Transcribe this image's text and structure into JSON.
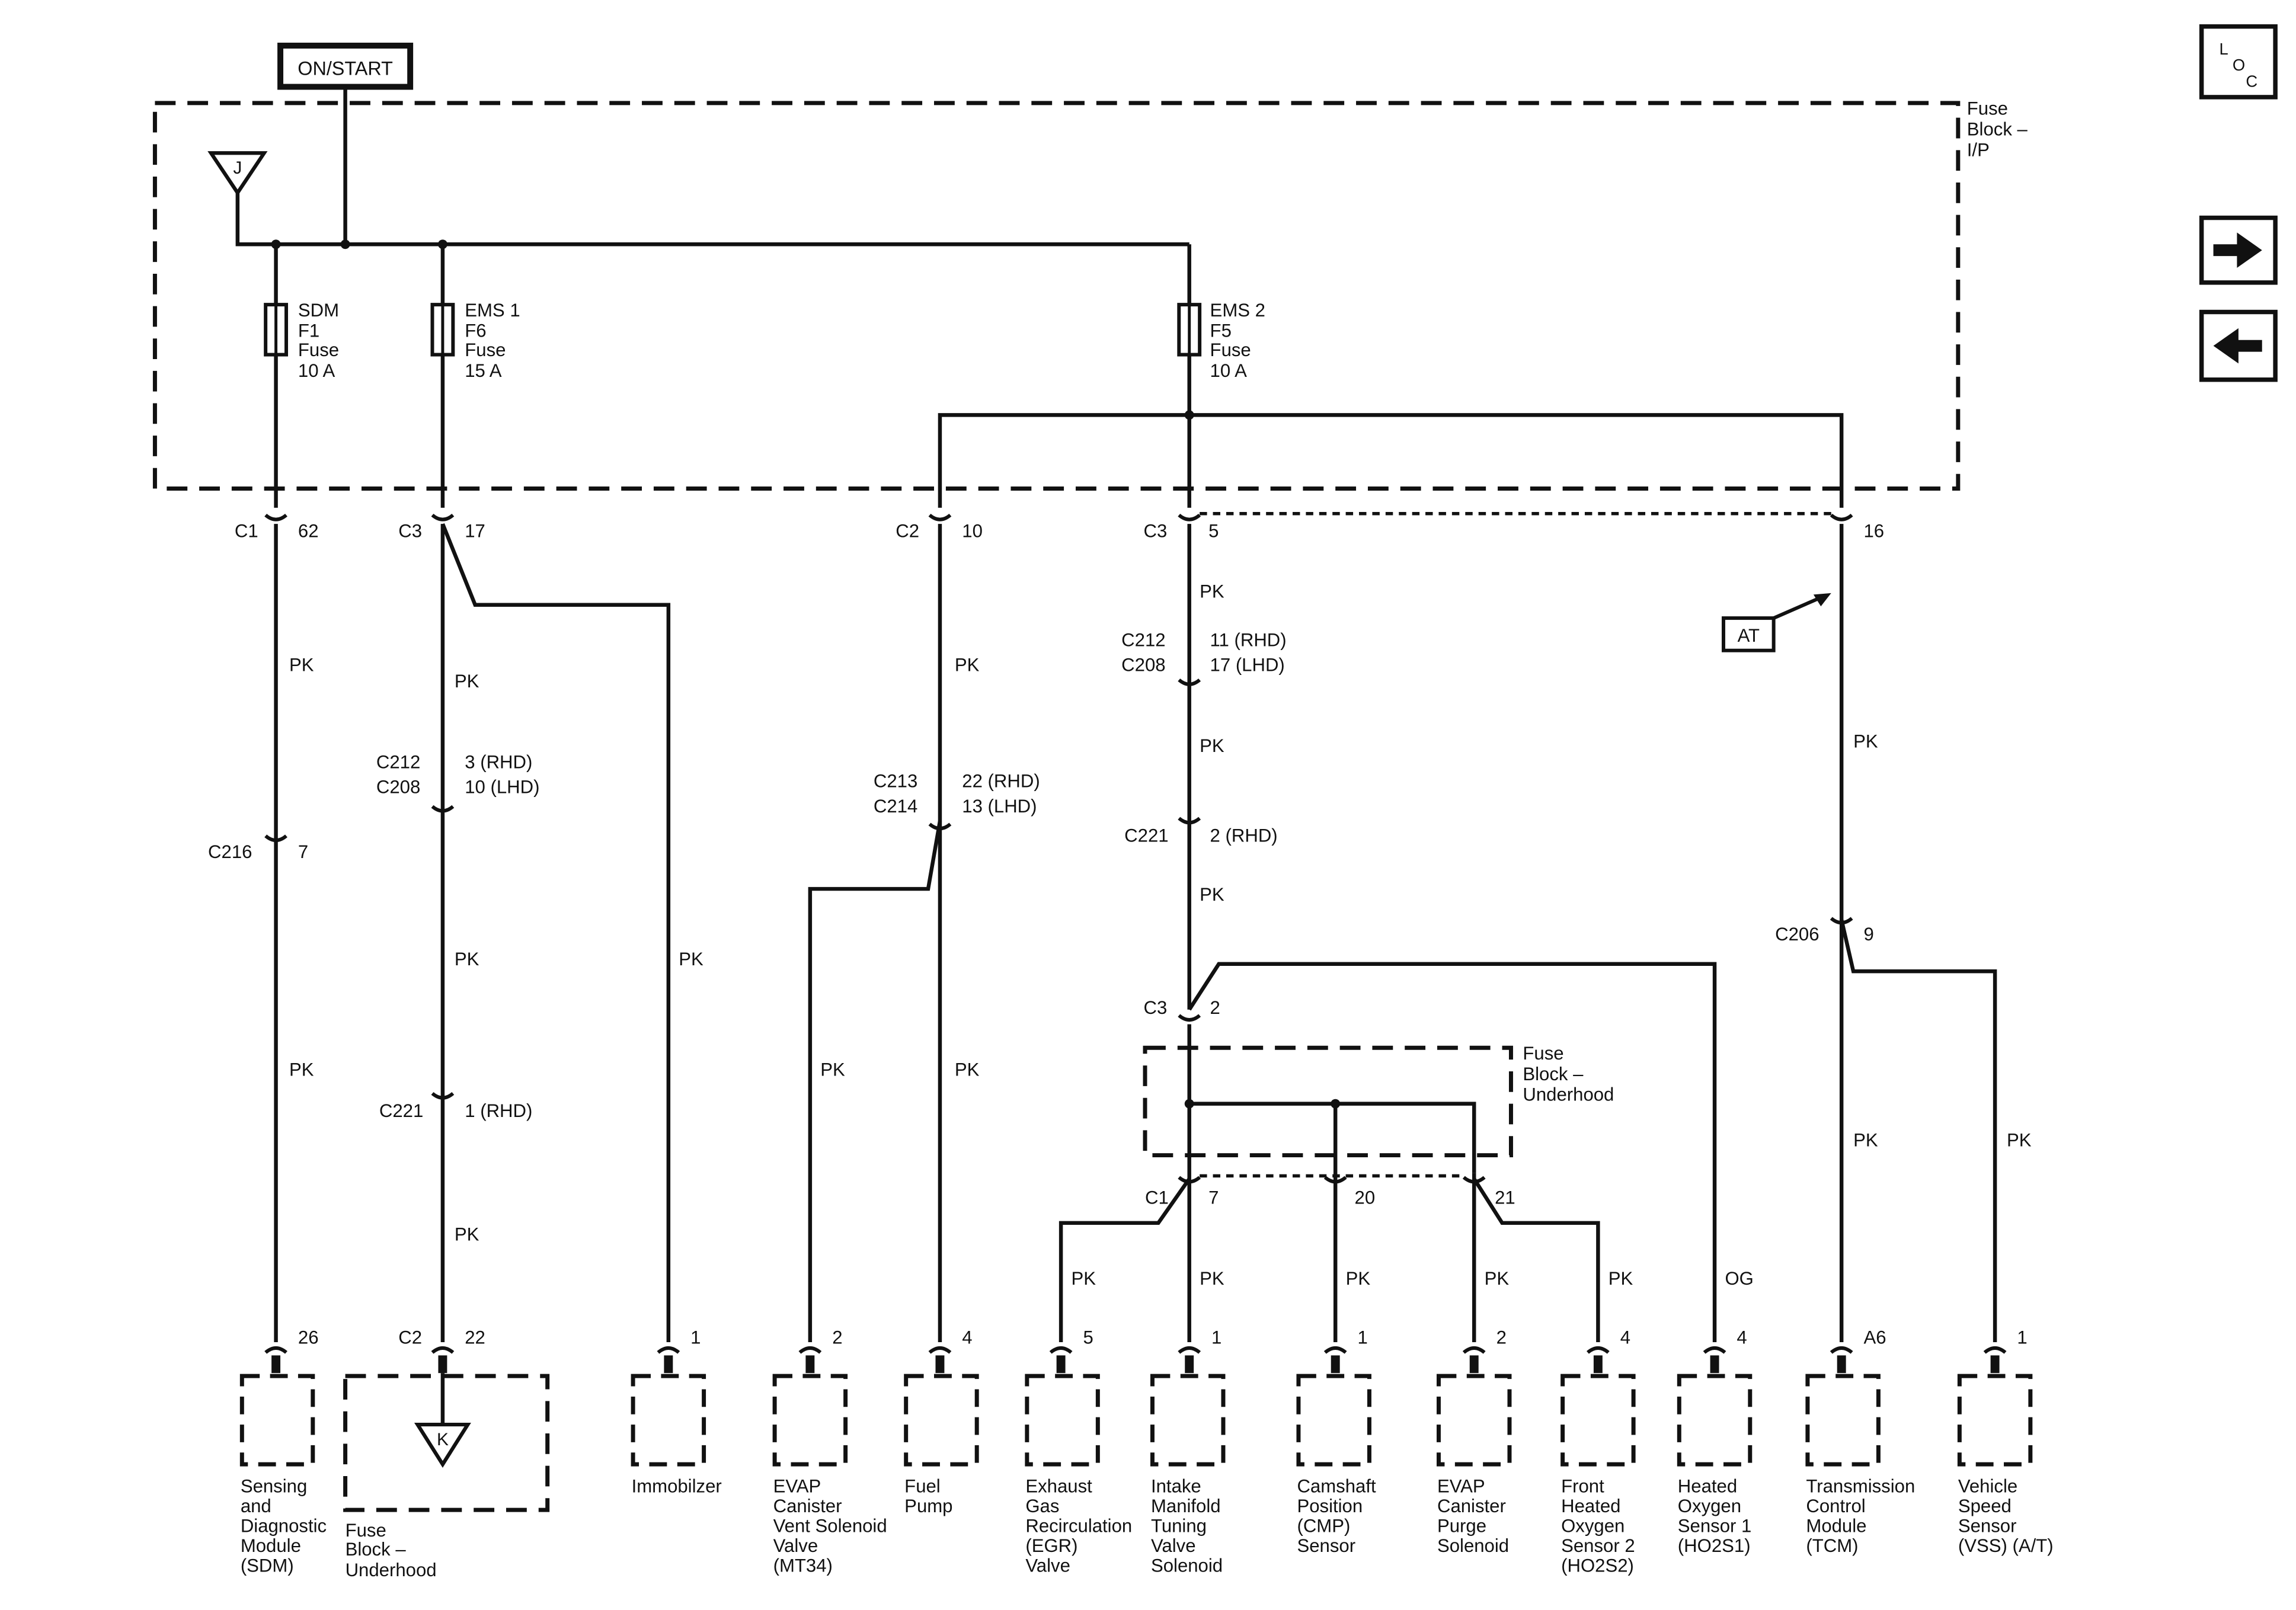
{
  "power": {
    "on_start": "ON/START"
  },
  "fuse_block_ip": [
    "Fuse",
    "Block –",
    "I/P"
  ],
  "fuse_block_uh": [
    "Fuse",
    "Block –",
    "Underhood"
  ],
  "refs": {
    "j": "J",
    "k": "K",
    "at": "AT"
  },
  "loc": {
    "l": "L",
    "o": "O",
    "c": "C"
  },
  "fuses": [
    [
      "SDM",
      "F1",
      "Fuse",
      "10 A"
    ],
    [
      "EMS 1",
      "F6",
      "Fuse",
      "15 A"
    ],
    [
      "EMS 2",
      "F5",
      "Fuse",
      "10 A"
    ]
  ],
  "wire_color": {
    "pk": "PK",
    "og": "OG"
  },
  "connectors": {
    "c1_62": [
      "C1",
      "62"
    ],
    "c3_17": [
      "C3",
      "17"
    ],
    "c2_10": [
      "C2",
      "10"
    ],
    "c3_5": [
      "C3",
      "5"
    ],
    "p16": "16",
    "c216": [
      "C216",
      "7"
    ],
    "c212_208_a": [
      "C212",
      "C208",
      "3 (RHD)",
      "10 (LHD)"
    ],
    "c221_a": [
      "C221",
      "1 (RHD)"
    ],
    "c2_22": [
      "C2",
      "22"
    ],
    "c213_214": [
      "C213",
      "C214",
      "22 (RHD)",
      "13 (LHD)"
    ],
    "c212_208_b": [
      "C212",
      "C208",
      "11 (RHD)",
      "17 (LHD)"
    ],
    "c221_b": [
      "C221",
      "2 (RHD)"
    ],
    "c3_2": [
      "C3",
      "2"
    ],
    "c1_7": [
      "C1",
      "7"
    ],
    "p20": "20",
    "p21": "21",
    "c206": [
      "C206",
      "9"
    ]
  },
  "components": [
    {
      "pin": "26",
      "name": [
        "Sensing",
        "and",
        "Diagnostic",
        "Module",
        "(SDM)"
      ]
    },
    {
      "pin": "1",
      "name": [
        "Immobilzer"
      ]
    },
    {
      "pin": "2",
      "name": [
        "EVAP",
        "Canister",
        "Vent Solenoid",
        "Valve",
        "(MT34)"
      ]
    },
    {
      "pin": "4",
      "name": [
        "Fuel",
        "Pump"
      ]
    },
    {
      "pin": "5",
      "name": [
        "Exhaust",
        "Gas",
        "Recirculation",
        "(EGR)",
        "Valve"
      ]
    },
    {
      "pin": "1",
      "name": [
        "Intake",
        "Manifold",
        "Tuning",
        "Valve",
        "Solenoid"
      ]
    },
    {
      "pin": "1",
      "name": [
        "Camshaft",
        "Position",
        "(CMP)",
        "Sensor"
      ]
    },
    {
      "pin": "2",
      "name": [
        "EVAP",
        "Canister",
        "Purge",
        "Solenoid"
      ]
    },
    {
      "pin": "4",
      "name": [
        "Front",
        "Heated",
        "Oxygen",
        "Sensor 2",
        "(HO2S2)"
      ]
    },
    {
      "pin": "4",
      "name": [
        "Heated",
        "Oxygen",
        "Sensor 1",
        "(HO2S1)"
      ]
    },
    {
      "pin": "A6",
      "name": [
        "Transmission",
        "Control",
        "Module",
        "(TCM)"
      ]
    },
    {
      "pin": "1",
      "name": [
        "Vehicle",
        "Speed",
        "Sensor",
        "(VSS) (A/T)"
      ]
    }
  ]
}
